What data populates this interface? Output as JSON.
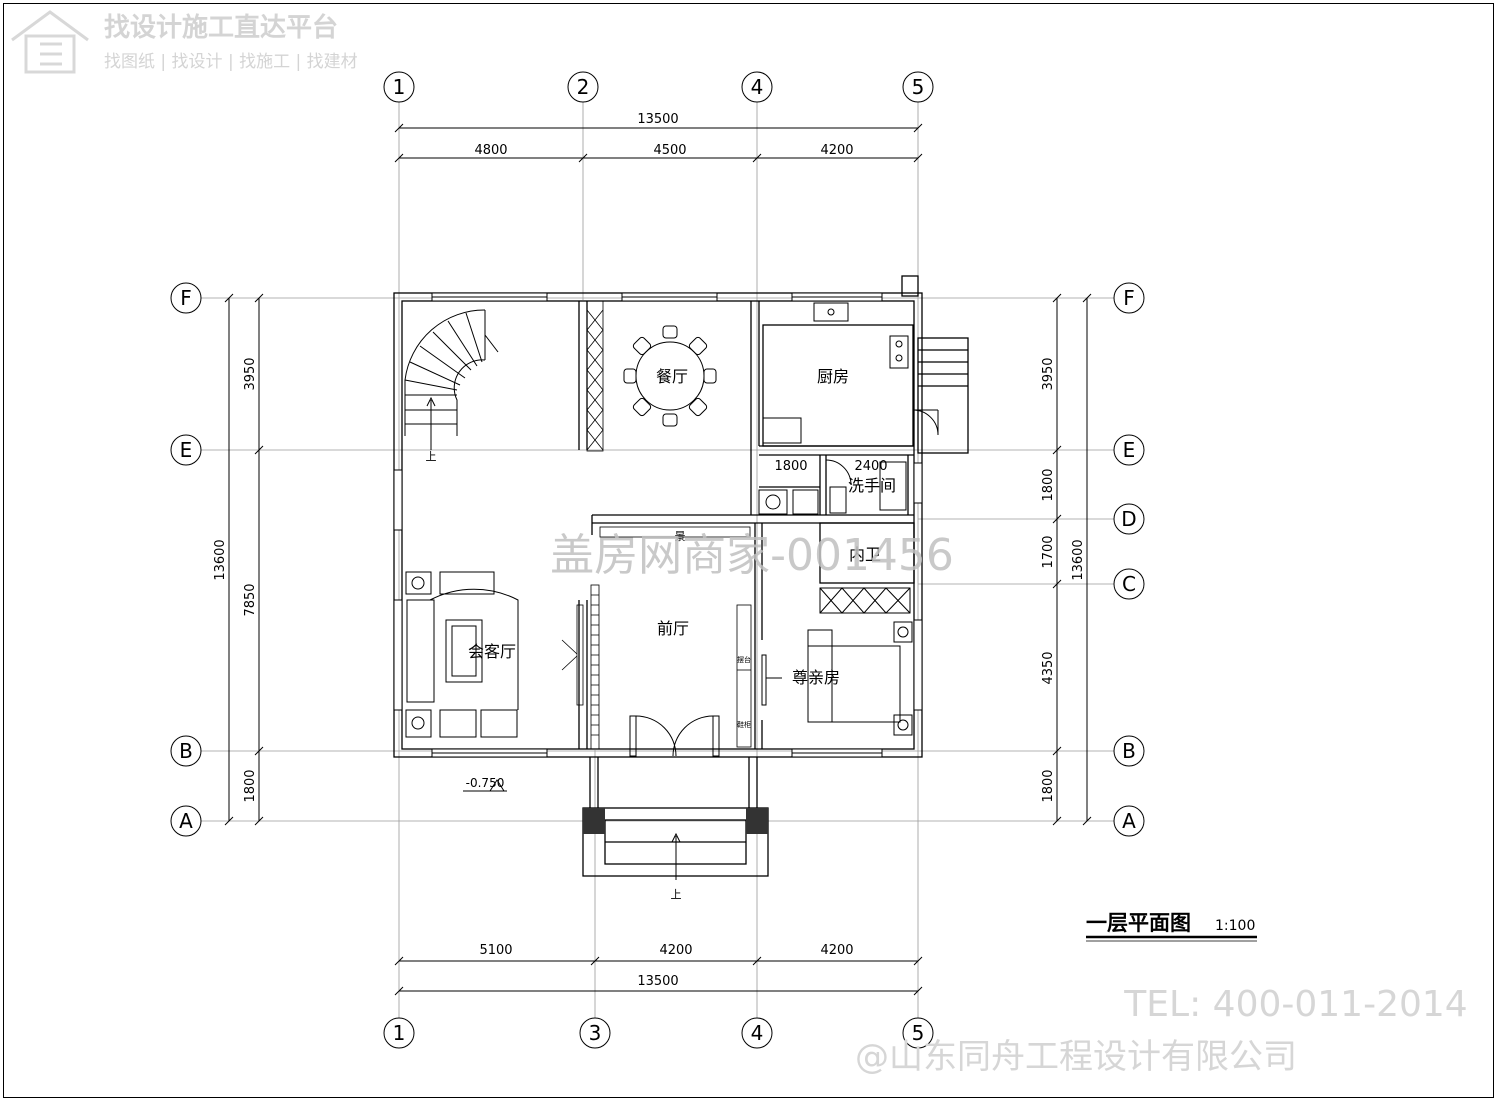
{
  "watermark": {
    "platform_title": "找设计施工直达平台",
    "platform_tags": "找图纸 | 找设计 | 找施工 | 找建材",
    "center_mark": "盖房网商家-001456",
    "phone": "TEL: 400-011-2014",
    "company": "@山东同舟工程设计有限公司"
  },
  "drawing": {
    "title": "一层平面图",
    "scale": "1:100",
    "elevation_mark": "-0.750",
    "stair_up": "上"
  },
  "axes": {
    "top": [
      "1",
      "2",
      "4",
      "5"
    ],
    "bottom": [
      "1",
      "3",
      "4",
      "5"
    ],
    "left": [
      "F",
      "E",
      "B",
      "A"
    ],
    "right": [
      "F",
      "E",
      "D",
      "C",
      "B",
      "A"
    ]
  },
  "dimensions": {
    "top_total": "13500",
    "top_segments": [
      "4800",
      "4500",
      "4200"
    ],
    "bottom_total": "13500",
    "bottom_segments": [
      "5100",
      "4200",
      "4200"
    ],
    "left_total": "13600",
    "left_segments": [
      "3950",
      "7850",
      "1800"
    ],
    "right_total": "13600",
    "right_segments": [
      "3950",
      "1800",
      "1700",
      "4350",
      "1800"
    ],
    "inner_1800": "1800",
    "inner_2400": "2400"
  },
  "rooms": {
    "dining": "餐厅",
    "kitchen": "厨房",
    "washroom": "洗手间",
    "inner_bath": "内卫",
    "foyer": "前厅",
    "living": "会客厅",
    "elder_bedroom": "尊亲房",
    "scenery": "景",
    "shoe_cabinet": "鞋柜",
    "display": "摆台"
  }
}
